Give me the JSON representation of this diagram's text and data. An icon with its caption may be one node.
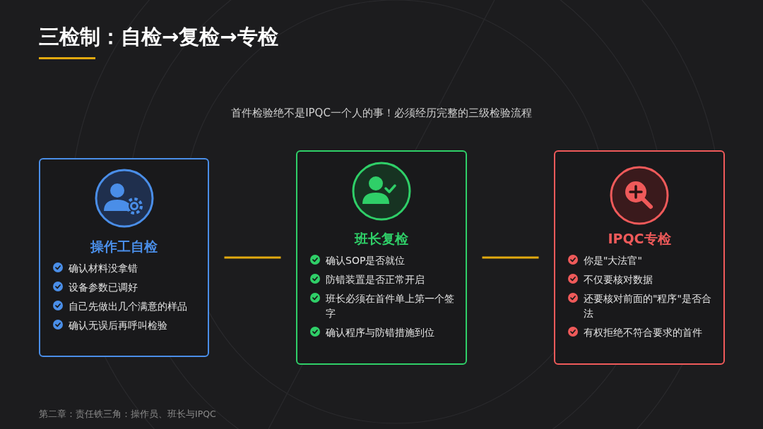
{
  "diagram": {
    "title": "三检制：自检→复检→专检",
    "nodes": [
      {
        "text": [
          "操作工自检",
          "确认材料没拿错",
          "设备参数已调好",
          "自己先做出几个满意的样品",
          "确认无误后再呼叫检验"
        ]
      },
      {
        "text": [
          "班长复检",
          "确认SOP是否就位",
          "防错装置是否正常开启",
          "班长必须在首件单上第一个签字",
          "确认程序与防错措施到位"
        ]
      },
      {
        "text": [
          "IPQC专检",
          "你是\"大法官\"",
          "不仅要核对数据",
          "还要核对前面的\"程序\"是否合法",
          "有权拒绝不符合要求的首件"
        ]
      }
    ],
    "edges": [
      {
        "from": 0,
        "to": 1,
        "arrow": "none"
      },
      {
        "from": 1,
        "to": 2,
        "arrow": "none"
      }
    ],
    "labels": [
      "首件检验绝不是IPQC一个人的事！必须经历完整的三级检验流程",
      "第二章：责任铁三角：操作员、班长与IPQC"
    ]
  }
}
